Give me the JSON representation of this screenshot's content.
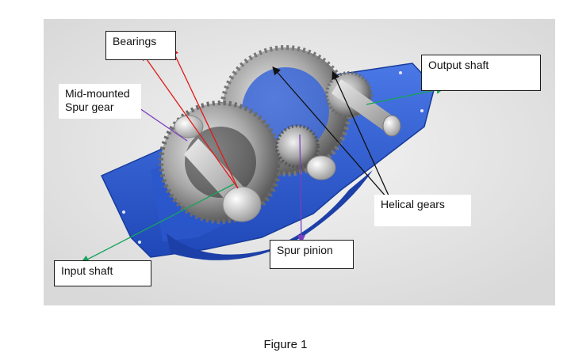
{
  "labels": {
    "bearings": "Bearings",
    "mid_mounted_line1": "Mid-mounted",
    "mid_mounted_line2": "Spur gear",
    "output_shaft": "Output shaft",
    "input_shaft": "Input shaft",
    "helical_gears": "Helical gears",
    "spur_pinion": "Spur pinion"
  },
  "caption": "Figure 1",
  "colors": {
    "housing": "#2f5fd6",
    "arrow_bearings": "#e01a1a",
    "arrow_spur_gear": "#7a3fc0",
    "arrow_shafts": "#18a35a",
    "arrow_helical": "#111111",
    "arrow_pinion": "#7a3fc0"
  }
}
